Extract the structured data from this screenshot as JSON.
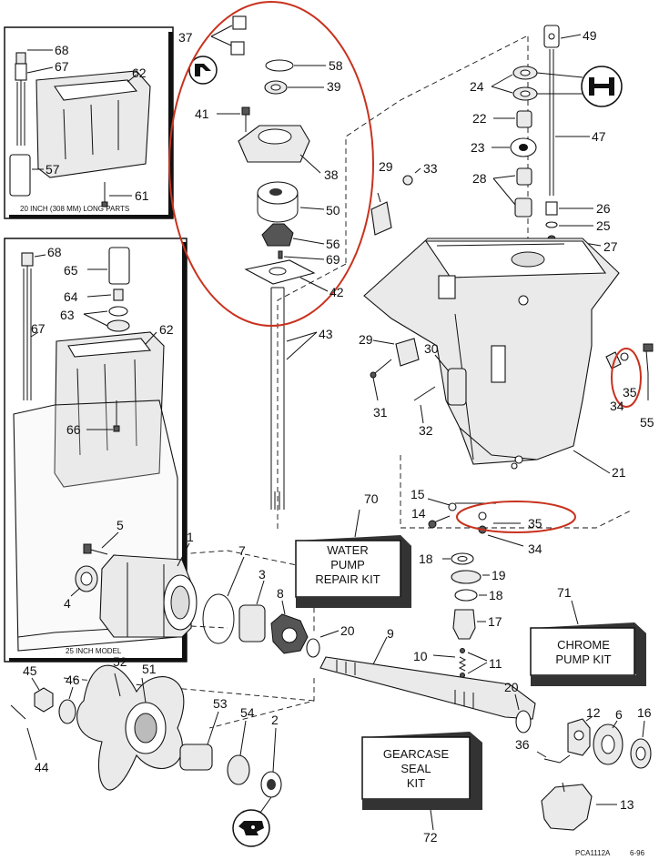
{
  "callouts": {
    "n1": "1",
    "n2": "2",
    "n3": "3",
    "n4": "4",
    "n5": "5",
    "n6": "6",
    "n7": "7",
    "n8": "8",
    "n9": "9",
    "n10": "10",
    "n11": "11",
    "n12": "12",
    "n13": "13",
    "n14": "14",
    "n15": "15",
    "n16": "16",
    "n17": "17",
    "n18a": "18",
    "n18b": "18",
    "n19": "19",
    "n20a": "20",
    "n20b": "20",
    "n21": "21",
    "n22": "22",
    "n23": "23",
    "n24": "24",
    "n25": "25",
    "n26": "26",
    "n27": "27",
    "n28": "28",
    "n29a": "29",
    "n29b": "29",
    "n30": "30",
    "n31": "31",
    "n32": "32",
    "n33": "33",
    "n34a": "34",
    "n34b": "34",
    "n35a": "35",
    "n35b": "35",
    "n36": "36",
    "n37": "37",
    "n38": "38",
    "n39": "39",
    "n41": "41",
    "n42": "42",
    "n43": "43",
    "n44": "44",
    "n45": "45",
    "n46": "46",
    "n47": "47",
    "n49": "49",
    "n50": "50",
    "n51": "51",
    "n52": "52",
    "n53": "53",
    "n54": "54",
    "n55": "55",
    "n56": "56",
    "n57": "57",
    "n58": "58",
    "n61": "61",
    "n62a": "62",
    "n62b": "62",
    "n63": "63",
    "n64": "64",
    "n65": "65",
    "n66": "66",
    "n67a": "67",
    "n67b": "67",
    "n68a": "68",
    "n68b": "68",
    "n69": "69",
    "n70": "70",
    "n71": "71",
    "n72": "72"
  },
  "inset_labels": {
    "long_parts": "20 INCH (308 MM) LONG PARTS",
    "model_25": "25 INCH MODEL"
  },
  "kits": {
    "water_pump": [
      "WATER",
      "PUMP",
      "REPAIR KIT"
    ],
    "chrome_pump": [
      "CHROME",
      "PUMP KIT"
    ],
    "gearcase_seal": [
      "GEARCASE",
      "SEAL",
      "KIT"
    ]
  },
  "footer": {
    "code": "PCA1112A",
    "date": "6-96"
  },
  "colors": {
    "highlight": "#c8321e",
    "ink": "#111111"
  },
  "icons": [
    "sealant-icon",
    "lubricant-icon",
    "gasket-sealing-icon"
  ]
}
